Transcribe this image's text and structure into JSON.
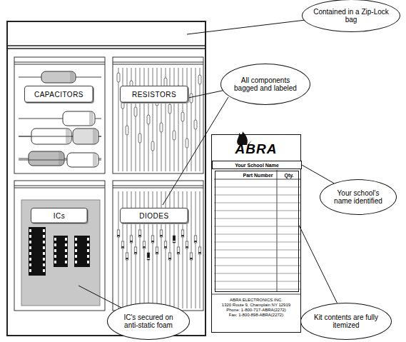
{
  "diagram": {
    "nodes": [
      {
        "text": [
          "Contained in a Zip-Lock bag"
        ]
      },
      {
        "text": [
          "CAPACITORS"
        ]
      },
      {
        "text": [
          "RESISTORS"
        ]
      },
      {
        "text": [
          "All components bagged and labeled"
        ]
      },
      {
        "text": [
          "ABRA",
          "ELECTRONICS",
          "ABRA ELECTRONICS INC.",
          "1320 Route 9, Champlain NY 12919",
          "Phone: 1-800-717-ABRA(2272)",
          "Fax: 1-800-898-ABRA(2272)"
        ]
      },
      {
        "text": [
          "Your School Name"
        ],
        "in": 4
      },
      {
        "text": [
          "Part Number",
          "Qty."
        ],
        "in": 4
      },
      {
        "text": [
          "Your school's name identified"
        ]
      },
      {
        "text": [
          "ICs"
        ]
      },
      {
        "text": [
          "DIODES"
        ]
      },
      {
        "text": [
          "IC's secured on anti-static foam"
        ]
      },
      {
        "text": [
          "Kit contents are fully itemized"
        ]
      }
    ],
    "edges": [
      {
        "from": 7,
        "to": 5,
        "arrow": "none"
      },
      {
        "from": 11,
        "to": 6,
        "arrow": "none"
      }
    ]
  }
}
